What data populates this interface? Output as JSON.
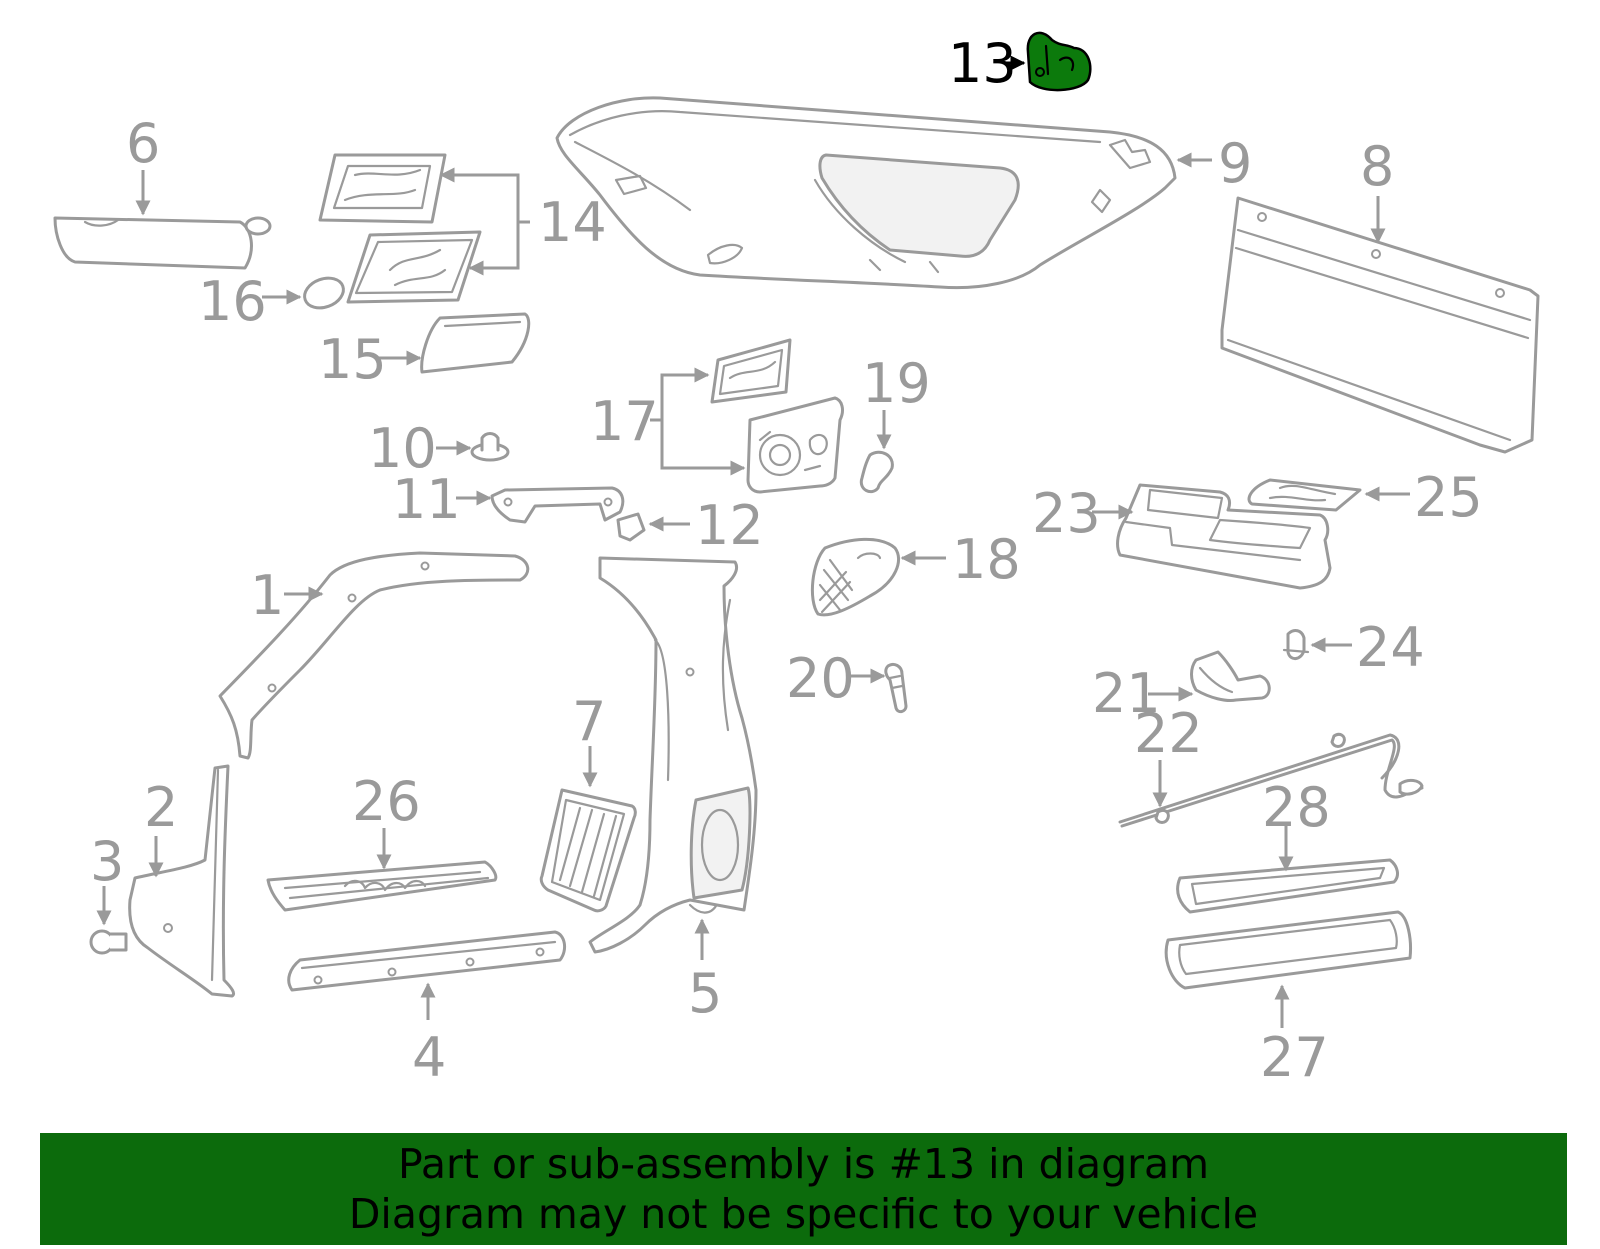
{
  "colors": {
    "highlight_part": "#0c7a0c",
    "banner_background": "#0c6b0c",
    "diagram_stroke": "#9a9a9a",
    "highlight_text": "#000000"
  },
  "highlighted_callout": "13",
  "callouts": {
    "c1": "1",
    "c2": "2",
    "c3": "3",
    "c4": "4",
    "c5": "5",
    "c6": "6",
    "c7": "7",
    "c8": "8",
    "c9": "9",
    "c10": "10",
    "c11": "11",
    "c12": "12",
    "c13": "13",
    "c14": "14",
    "c15": "15",
    "c16": "16",
    "c17": "17",
    "c18": "18",
    "c19": "19",
    "c20": "20",
    "c21": "21",
    "c22": "22",
    "c23": "23",
    "c24": "24",
    "c25": "25",
    "c26": "26",
    "c27": "27",
    "c28": "28"
  },
  "banner": {
    "line1": "Part or sub-assembly is #13 in diagram",
    "line2": "Diagram may not be specific to your vehicle"
  }
}
